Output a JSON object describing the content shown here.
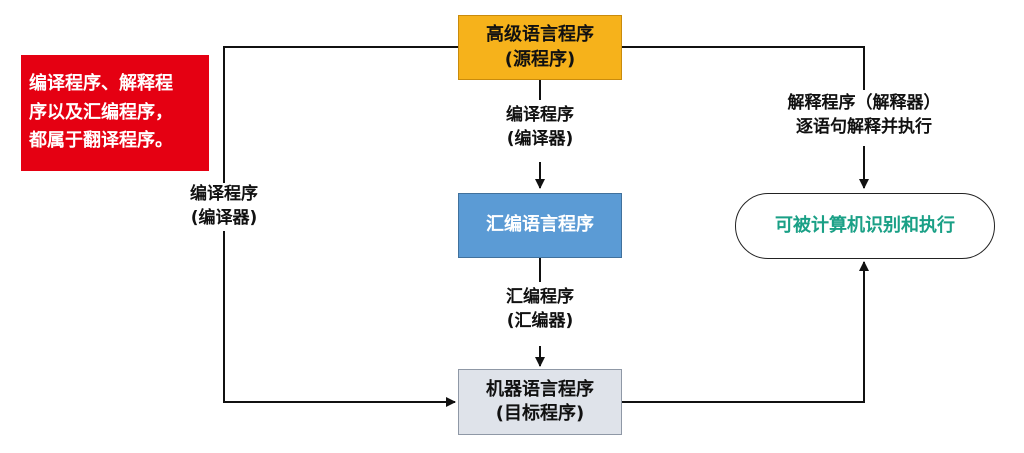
{
  "note": {
    "lines": [
      "编译程序、解释程",
      "序以及汇编程序，",
      "都属于翻译程序。"
    ],
    "bg_color": "#e50012",
    "text_color": "#ffffff"
  },
  "nodes": {
    "source": {
      "line1": "高级语言程序",
      "line2": "(源程序)",
      "fill": "#f6b21b"
    },
    "assembly": {
      "line1": "汇编语言程序",
      "fill": "#5b9bd5",
      "text_color": "#ffffff"
    },
    "machine": {
      "line1": "机器语言程序",
      "line2": "(目标程序)",
      "fill": "#dfe3ea"
    },
    "executable": {
      "line1": "可被计算机识别和执行",
      "text_color": "#1aa086"
    }
  },
  "edges": {
    "source_to_assembly": {
      "line1": "编译程序",
      "line2": "(编译器)"
    },
    "assembly_to_machine": {
      "line1": "汇编程序",
      "line2": "(汇编器)"
    },
    "source_to_machine_left": {
      "line1": "编译程序",
      "line2": "(编译器)"
    },
    "source_to_exec_right": {
      "line1": "解释程序（解释器）",
      "line2": "逐语句解释并执行"
    }
  }
}
